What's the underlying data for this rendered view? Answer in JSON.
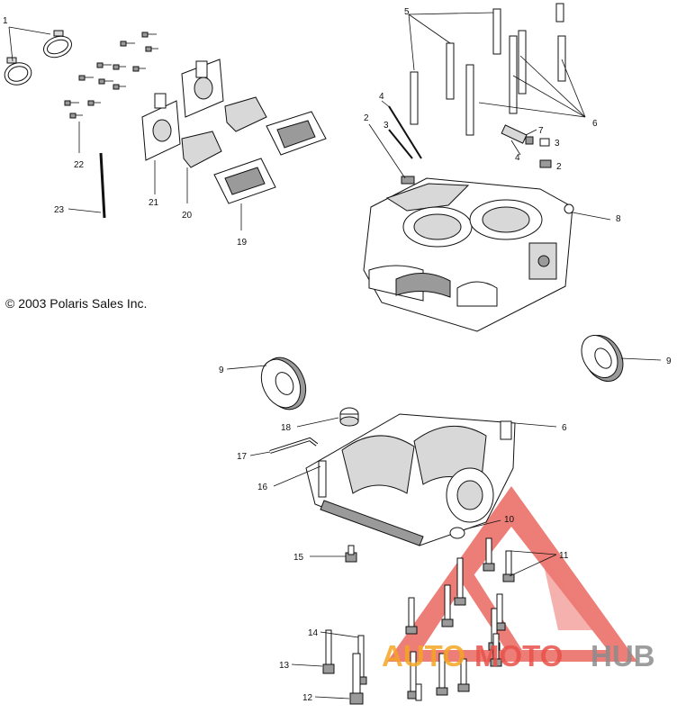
{
  "copyright": "© 2003 Polaris Sales Inc.",
  "callouts": {
    "c1": "1",
    "c2a": "2",
    "c2b": "2",
    "c3a": "3",
    "c3b": "3",
    "c4a": "4",
    "c4b": "4",
    "c5": "5",
    "c6a": "6",
    "c6b": "6",
    "c7": "7",
    "c8": "8",
    "c9a": "9",
    "c9b": "9",
    "c10": "10",
    "c11": "11",
    "c12": "12",
    "c13": "13",
    "c14": "14",
    "c15": "15",
    "c16": "16",
    "c17": "17",
    "c18": "18",
    "c19": "19",
    "c20": "20",
    "c21": "21",
    "c22": "22",
    "c23": "23"
  },
  "watermark": {
    "auto": "AUTO",
    "moto": "MOTO",
    "hub": "HUB"
  },
  "colors": {
    "watermark_orange": "#f5a623",
    "watermark_red": "#e8524a",
    "watermark_gray": "#8c8c8c",
    "ink": "#111111"
  }
}
